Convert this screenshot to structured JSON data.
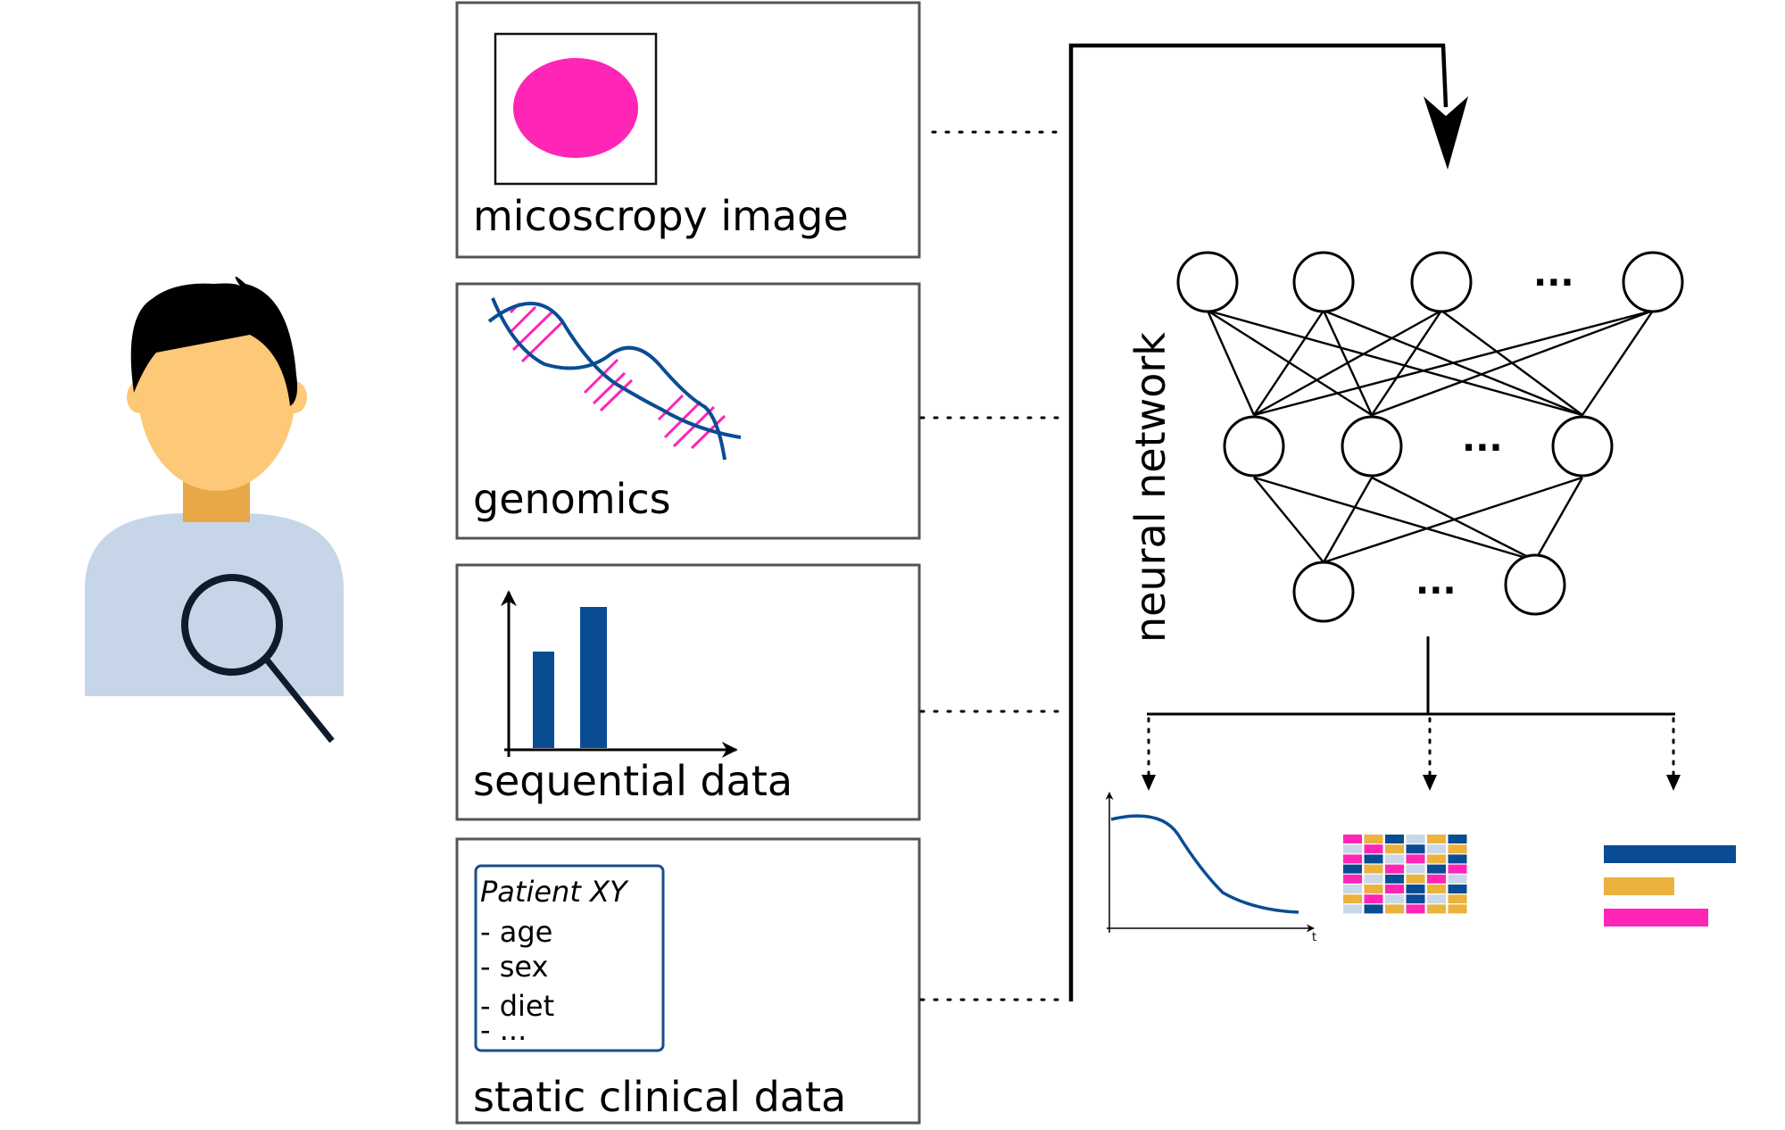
{
  "boxes": {
    "microscopy": {
      "label": "micoscropy image",
      "color": "#ff25b6"
    },
    "genomics": {
      "label": "genomics",
      "strand_color": "#0a4c94",
      "rung_color": "#ff25b6"
    },
    "sequential": {
      "label": "sequential data",
      "bar_color": "#0a4c94"
    },
    "clinical": {
      "label": "static clinical data",
      "card_title": "Patient XY",
      "items": [
        "- age",
        "- sex",
        "- diet",
        "- ..."
      ],
      "card_border": "#1a4e8c"
    }
  },
  "network": {
    "label": "neural network",
    "ellipsis": "...",
    "layers": [
      5,
      4,
      3
    ]
  },
  "outputs": {
    "survival_curve_axis_label": "t",
    "curve_color": "#0a4c94",
    "heatmap_colors": [
      "#ff25b6",
      "#ecb23e",
      "#0a4c94",
      "#c9d8e8"
    ],
    "bar_colors": [
      "#0a4c94",
      "#ecb23e",
      "#ff25b6"
    ]
  },
  "person": {
    "hair": "#000000",
    "skin": "#fdc877",
    "neck": "#e9a847",
    "shirt": "#c6d6e8",
    "lens": "#0f1a2a"
  }
}
